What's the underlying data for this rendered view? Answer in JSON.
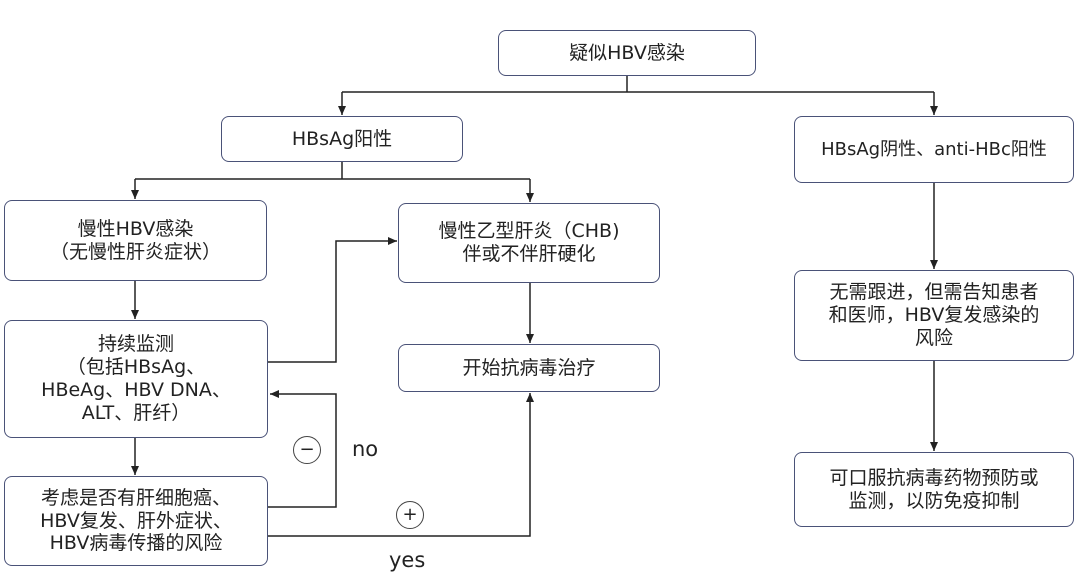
{
  "nodes": {
    "suspected": "疑似HBV感染",
    "hbsag_pos": "HBsAg阳性",
    "hbsag_neg": "HBsAg阴性、anti-HBc阳性",
    "chronic": {
      "line1": "慢性HBV感染",
      "line2": "（无慢性肝炎症状）"
    },
    "chb": {
      "line1": "慢性乙型肝炎（CHB)",
      "line2": "伴或不伴肝硬化"
    },
    "monitor": {
      "line1": "持续监测",
      "line2": "（包括HBsAg、",
      "line3": "HBeAg、HBV DNA、",
      "line4": "ALT、肝纤）"
    },
    "start": "开始抗病毒治疗",
    "consider": {
      "line1": "考虑是否有肝细胞癌、",
      "line2": "HBV复发、肝外症状、",
      "line3": "HBV病毒传播的风险"
    },
    "no_followup": {
      "line1": "无需跟进，但需告知患者",
      "line2": "和医师，HBV复发感染的",
      "line3": "风险"
    },
    "prophylaxis": {
      "line1": "可口服抗病毒药物预防或",
      "line2": "监测，以防免疫抑制"
    }
  },
  "edges": {
    "minus_symbol": "−",
    "plus_symbol": "+",
    "no_label": "no",
    "yes_label": "yes"
  }
}
